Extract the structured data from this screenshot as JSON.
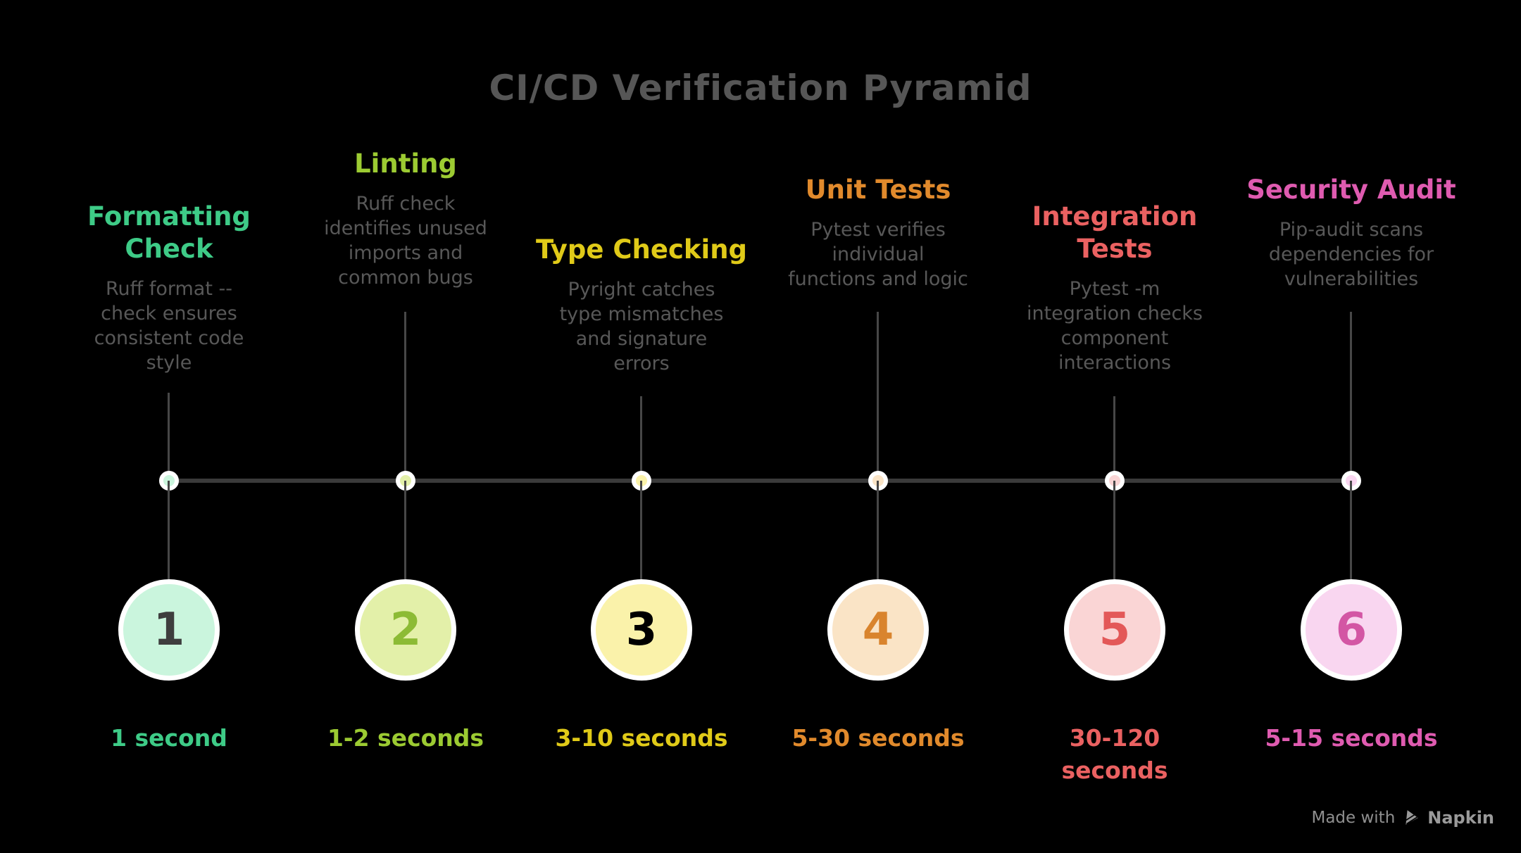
{
  "title": "CI/CD Verification Pyramid",
  "columns": [
    {
      "number": "1",
      "title_lines": [
        "Formatting",
        "Check"
      ],
      "desc_lines": [
        "Ruff format --",
        "check ensures",
        "consistent code",
        "style"
      ],
      "time_lines": [
        "1 second"
      ],
      "accent": "#3ecb87",
      "fill": "#caf5dd",
      "number_color": "#3e3e3e"
    },
    {
      "number": "2",
      "title_lines": [
        "Linting"
      ],
      "desc_lines": [
        "Ruff check",
        "identifies unused",
        "imports and",
        "common bugs"
      ],
      "time_lines": [
        "1-2 seconds"
      ],
      "accent": "#9ccb32",
      "fill": "#e3f0a9",
      "number_color": "#8cbb35"
    },
    {
      "number": "3",
      "title_lines": [
        "Type Checking"
      ],
      "desc_lines": [
        "Pyright catches",
        "type mismatches",
        "and signature",
        "errors"
      ],
      "time_lines": [
        "3-10 seconds"
      ],
      "accent": "#e0ca18",
      "fill": "#faf2aa",
      "number_color": "#d5bе14"
    },
    {
      "number": "4",
      "title_lines": [
        "Unit Tests"
      ],
      "desc_lines": [
        "Pytest verifies",
        "individual",
        "functions and logic"
      ],
      "time_lines": [
        "5-30 seconds"
      ],
      "accent": "#e18a2c",
      "fill": "#fae4c6",
      "number_color": "#d9842d"
    },
    {
      "number": "5",
      "title_lines": [
        "Integration",
        "Tests"
      ],
      "desc_lines": [
        "Pytest -m",
        "integration checks",
        "component",
        "interactions"
      ],
      "time_lines": [
        "30-120",
        "seconds"
      ],
      "accent": "#ea6161",
      "fill": "#fad5d5",
      "number_color": "#e35858"
    },
    {
      "number": "6",
      "title_lines": [
        "Security Audit"
      ],
      "desc_lines": [
        "Pip-audit scans",
        "dependencies for",
        "vulnerabilities"
      ],
      "time_lines": [
        "5-15 seconds"
      ],
      "accent": "#df5bb0",
      "fill": "#f9d6f0",
      "number_color": "#d356a4"
    }
  ],
  "footer": {
    "made_with": "Made with",
    "brand": "Napkin"
  }
}
